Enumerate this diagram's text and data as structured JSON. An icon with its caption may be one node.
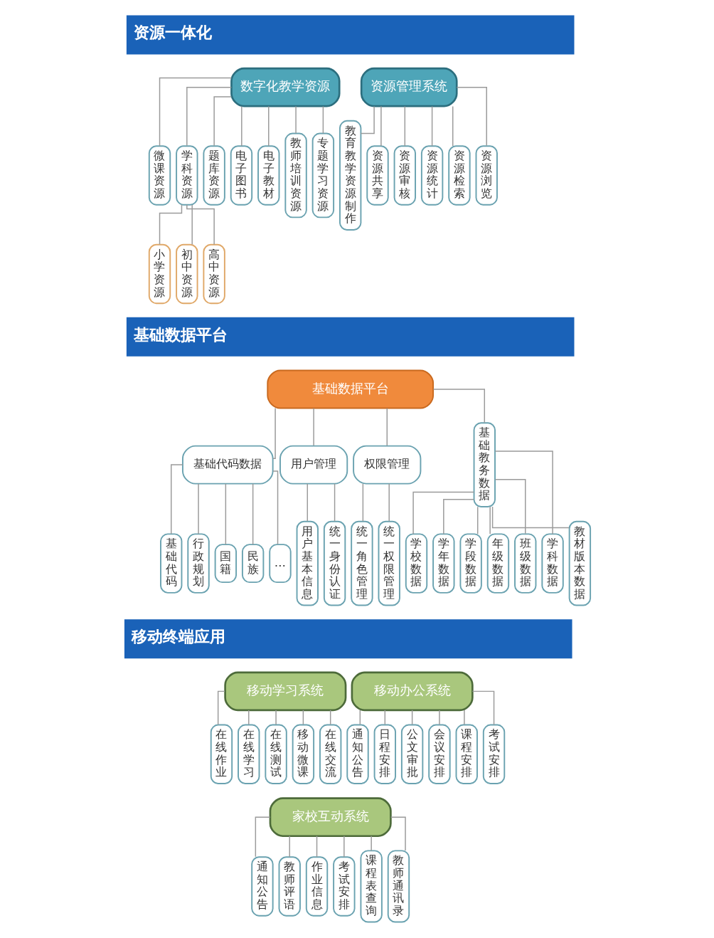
{
  "diagram": {
    "nodes": [
      {
        "text": [
          "资源一体化"
        ]
      },
      {
        "text": [
          "数字化教学资源"
        ]
      },
      {
        "text": [
          "资源管理系统"
        ]
      },
      {
        "text": [
          "微课资源"
        ]
      },
      {
        "text": [
          "学科资源"
        ]
      },
      {
        "text": [
          "题库资源"
        ]
      },
      {
        "text": [
          "电子图书"
        ]
      },
      {
        "text": [
          "电子教材"
        ]
      },
      {
        "text": [
          "教师培训资源"
        ]
      },
      {
        "text": [
          "专题学习资源"
        ]
      },
      {
        "text": [
          "教育教学资源制作"
        ]
      },
      {
        "text": [
          "资源共享"
        ]
      },
      {
        "text": [
          "资源审核"
        ]
      },
      {
        "text": [
          "资源统计"
        ]
      },
      {
        "text": [
          "资源检索"
        ]
      },
      {
        "text": [
          "资源浏览"
        ]
      },
      {
        "text": [
          "小学资源"
        ]
      },
      {
        "text": [
          "初中资源"
        ]
      },
      {
        "text": [
          "高中资源"
        ]
      },
      {
        "text": [
          "基础数据平台"
        ]
      },
      {
        "text": [
          "基础数据平台"
        ]
      },
      {
        "text": [
          "基础代码数据"
        ]
      },
      {
        "text": [
          "用户管理"
        ]
      },
      {
        "text": [
          "权限管理"
        ]
      },
      {
        "text": [
          "基础教务数据"
        ]
      },
      {
        "text": [
          "基础代码"
        ]
      },
      {
        "text": [
          "行政规划"
        ]
      },
      {
        "text": [
          "国籍"
        ]
      },
      {
        "text": [
          "民族"
        ]
      },
      {
        "text": [
          "…"
        ]
      },
      {
        "text": [
          "用户基本信息"
        ]
      },
      {
        "text": [
          "统一身份认证"
        ]
      },
      {
        "text": [
          "统一角色管理"
        ]
      },
      {
        "text": [
          "统一权限管理"
        ]
      },
      {
        "text": [
          "学校数据"
        ]
      },
      {
        "text": [
          "学年数据"
        ]
      },
      {
        "text": [
          "学段数据"
        ]
      },
      {
        "text": [
          "年级数据"
        ]
      },
      {
        "text": [
          "班级数据"
        ]
      },
      {
        "text": [
          "学科数据"
        ]
      },
      {
        "text": [
          "教材版本数据"
        ]
      },
      {
        "text": [
          "移动终端应用"
        ]
      },
      {
        "text": [
          "移动学习系统"
        ]
      },
      {
        "text": [
          "移动办公系统"
        ]
      },
      {
        "text": [
          "在线作业"
        ]
      },
      {
        "text": [
          "在线学习"
        ]
      },
      {
        "text": [
          "在线测试"
        ]
      },
      {
        "text": [
          "移动微课"
        ]
      },
      {
        "text": [
          "在线交流"
        ]
      },
      {
        "text": [
          "通知公告"
        ]
      },
      {
        "text": [
          "日程安排"
        ]
      },
      {
        "text": [
          "公文审批"
        ]
      },
      {
        "text": [
          "会议安排"
        ]
      },
      {
        "text": [
          "课程安排"
        ]
      },
      {
        "text": [
          "考试安排"
        ]
      },
      {
        "text": [
          "家校互动系统"
        ]
      },
      {
        "text": [
          "通知公告"
        ]
      },
      {
        "text": [
          "教师评语"
        ]
      },
      {
        "text": [
          "作业信息"
        ]
      },
      {
        "text": [
          "考试安排"
        ]
      },
      {
        "text": [
          "课程表查询"
        ]
      },
      {
        "text": [
          "教师通讯录"
        ]
      }
    ],
    "edges": [
      {
        "from": 1,
        "to": 3,
        "arrow": "none"
      },
      {
        "from": 1,
        "to": 4,
        "arrow": "none"
      },
      {
        "from": 1,
        "to": 5,
        "arrow": "none"
      },
      {
        "from": 1,
        "to": 6,
        "arrow": "none"
      },
      {
        "from": 1,
        "to": 7,
        "arrow": "none"
      },
      {
        "from": 1,
        "to": 8,
        "arrow": "none"
      },
      {
        "from": 1,
        "to": 9,
        "arrow": "none"
      },
      {
        "from": 2,
        "to": 10,
        "arrow": "none"
      },
      {
        "from": 2,
        "to": 11,
        "arrow": "none"
      },
      {
        "from": 2,
        "to": 12,
        "arrow": "none"
      },
      {
        "from": 2,
        "to": 13,
        "arrow": "none"
      },
      {
        "from": 2,
        "to": 14,
        "arrow": "none"
      },
      {
        "from": 2,
        "to": 15,
        "arrow": "none"
      },
      {
        "from": 4,
        "to": 16,
        "arrow": "none"
      },
      {
        "from": 4,
        "to": 17,
        "arrow": "none"
      },
      {
        "from": 4,
        "to": 18,
        "arrow": "none"
      },
      {
        "from": 20,
        "to": 21,
        "arrow": "none"
      },
      {
        "from": 20,
        "to": 22,
        "arrow": "none"
      },
      {
        "from": 20,
        "to": 23,
        "arrow": "none"
      },
      {
        "from": 20,
        "to": 24,
        "arrow": "none"
      },
      {
        "from": 21,
        "to": 25,
        "arrow": "none"
      },
      {
        "from": 21,
        "to": 26,
        "arrow": "none"
      },
      {
        "from": 21,
        "to": 27,
        "arrow": "none"
      },
      {
        "from": 21,
        "to": 28,
        "arrow": "none"
      },
      {
        "from": 21,
        "to": 29,
        "arrow": "none"
      },
      {
        "from": 22,
        "to": 30,
        "arrow": "none"
      },
      {
        "from": 22,
        "to": 31,
        "arrow": "none"
      },
      {
        "from": 23,
        "to": 32,
        "arrow": "none"
      },
      {
        "from": 23,
        "to": 33,
        "arrow": "none"
      },
      {
        "from": 24,
        "to": 34,
        "arrow": "none"
      },
      {
        "from": 24,
        "to": 35,
        "arrow": "none"
      },
      {
        "from": 24,
        "to": 36,
        "arrow": "none"
      },
      {
        "from": 24,
        "to": 37,
        "arrow": "none"
      },
      {
        "from": 24,
        "to": 38,
        "arrow": "none"
      },
      {
        "from": 24,
        "to": 39,
        "arrow": "none"
      },
      {
        "from": 24,
        "to": 40,
        "arrow": "none"
      },
      {
        "from": 42,
        "to": 44,
        "arrow": "none"
      },
      {
        "from": 42,
        "to": 45,
        "arrow": "none"
      },
      {
        "from": 42,
        "to": 46,
        "arrow": "none"
      },
      {
        "from": 42,
        "to": 47,
        "arrow": "none"
      },
      {
        "from": 42,
        "to": 48,
        "arrow": "none"
      },
      {
        "from": 43,
        "to": 49,
        "arrow": "none"
      },
      {
        "from": 43,
        "to": 50,
        "arrow": "none"
      },
      {
        "from": 43,
        "to": 51,
        "arrow": "none"
      },
      {
        "from": 43,
        "to": 52,
        "arrow": "none"
      },
      {
        "from": 43,
        "to": 53,
        "arrow": "none"
      },
      {
        "from": 43,
        "to": 54,
        "arrow": "none"
      },
      {
        "from": 55,
        "to": 56,
        "arrow": "none"
      },
      {
        "from": 55,
        "to": 57,
        "arrow": "none"
      },
      {
        "from": 55,
        "to": 58,
        "arrow": "none"
      },
      {
        "from": 55,
        "to": 59,
        "arrow": "none"
      },
      {
        "from": 55,
        "to": 60,
        "arrow": "none"
      },
      {
        "from": 55,
        "to": 61,
        "arrow": "none"
      }
    ]
  }
}
